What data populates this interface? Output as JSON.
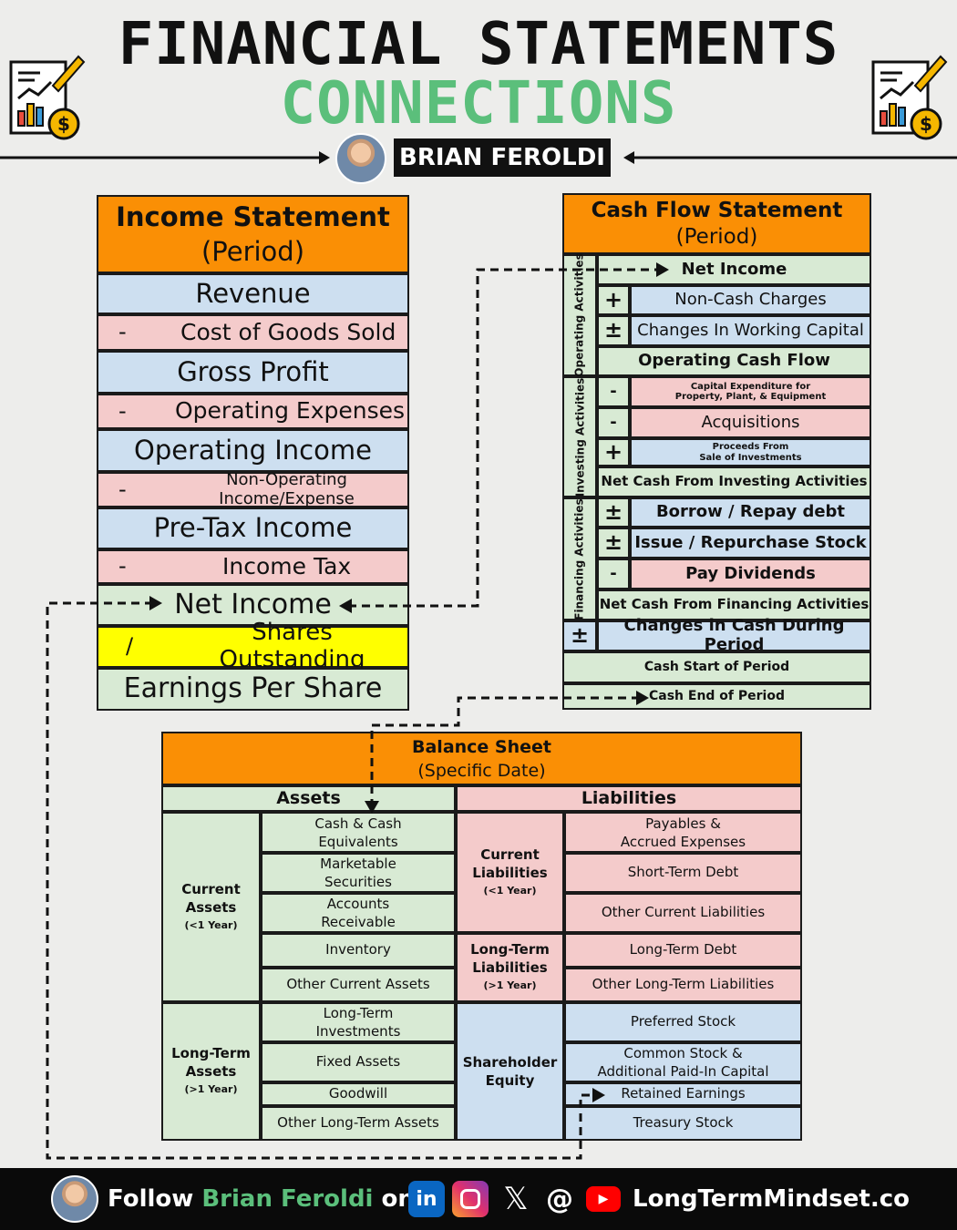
{
  "header": {
    "title_line1": "FINANCIAL STATEMENTS",
    "title_line2": "CONNECTIONS",
    "author": "BRIAN FEROLDI"
  },
  "income_statement": {
    "title": "Income Statement",
    "subtitle": "(Period)",
    "rows": [
      {
        "sym": "",
        "label": "Revenue"
      },
      {
        "sym": "-",
        "label": "Cost of Goods Sold"
      },
      {
        "sym": "",
        "label": "Gross Profit"
      },
      {
        "sym": "-",
        "label": "Operating Expenses"
      },
      {
        "sym": "",
        "label": "Operating Income"
      },
      {
        "sym": "-",
        "label": "Non-Operating Income/Expense"
      },
      {
        "sym": "",
        "label": "Pre-Tax Income"
      },
      {
        "sym": "-",
        "label": "Income Tax"
      },
      {
        "sym": "",
        "label": "Net Income"
      },
      {
        "sym": "/",
        "label": "Shares Outstanding"
      },
      {
        "sym": "",
        "label": "Earnings Per Share"
      }
    ]
  },
  "cash_flow": {
    "title": "Cash Flow Statement",
    "subtitle": "(Period)",
    "sections": [
      "Operating Activities",
      "Investing Activities",
      "Financing Activities"
    ],
    "operating": [
      "Net Income",
      "Non-Cash Charges",
      "Changes In Working Capital",
      "Operating Cash Flow"
    ],
    "investing": [
      "Capital Expenditure for",
      "Property, Plant, & Equipment",
      "Acquisitions",
      "Proceeds From",
      "Sale of Investments",
      "Net Cash From Investing Activities"
    ],
    "financing": [
      "Borrow / Repay debt",
      "Issue / Repurchase Stock",
      "Pay Dividends",
      "Net Cash From Financing Activities"
    ],
    "changes": "Changes in Cash During Period",
    "start": "Cash Start of Period",
    "end": "Cash End of Period",
    "minus": "-"
  },
  "balance_sheet": {
    "title": "Balance Sheet",
    "subtitle": "(Specific Date)",
    "assets_header": "Assets",
    "liabilities_header": "Liabilities",
    "current_assets": {
      "l1": "Current",
      "l2": "Assets",
      "l3": "(<1 Year)"
    },
    "long_term_assets": {
      "l1": "Long-Term",
      "l2": "Assets",
      "l3": "(>1 Year)"
    },
    "current_liabilities": {
      "l1": "Current",
      "l2": "Liabilities",
      "l3": "(<1 Year)"
    },
    "long_term_liabilities": {
      "l1": "Long-Term",
      "l2": "Liabilities",
      "l3": "(>1 Year)"
    },
    "equity": {
      "l1": "Shareholder",
      "l2": "Equity"
    },
    "asset_items": [
      [
        "Cash & Cash",
        "Equivalents"
      ],
      [
        "Marketable",
        "Securities"
      ],
      [
        "Accounts",
        "Receivable"
      ],
      [
        "Inventory"
      ],
      [
        "Other Current Assets"
      ],
      [
        "Long-Term",
        "Investments"
      ],
      [
        "Fixed Assets"
      ],
      [
        "Goodwill"
      ],
      [
        "Other Long-Term Assets"
      ]
    ],
    "liability_items": [
      [
        "Payables &",
        "Accrued Expenses"
      ],
      [
        "Short-Term Debt"
      ],
      [
        "Other Current Liabilities"
      ],
      [
        "Long-Term Debt"
      ],
      [
        "Other Long-Term Liabilities"
      ]
    ],
    "equity_items": [
      [
        "Preferred Stock"
      ],
      [
        "Common Stock &",
        "Additional Paid-In Capital"
      ],
      [
        "Retained Earnings"
      ],
      [
        "Treasury Stock"
      ]
    ]
  },
  "footer": {
    "follow": "Follow",
    "name": "Brian Feroldi",
    "on": "on",
    "site": "LongTermMindset.co",
    "icons": [
      "linkedin-icon",
      "instagram-icon",
      "x-icon",
      "threads-icon",
      "youtube-icon"
    ]
  }
}
